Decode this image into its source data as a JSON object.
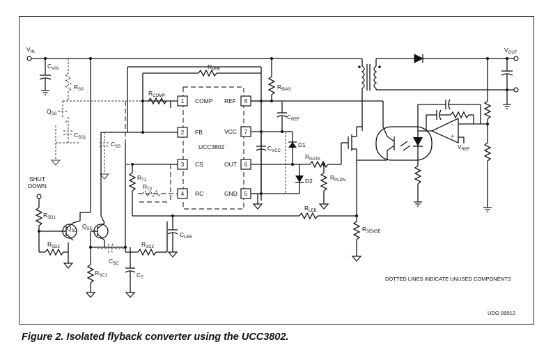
{
  "caption": "Figure 2.  Isolated flyback converter using the UCC3802.",
  "notes": {
    "unused": "DOTTED LINES INDICATE UNUSED COMPONENTS",
    "doc_id": "UDG-99012"
  },
  "ic": {
    "name": "UCC3802",
    "pins_left": [
      {
        "num": "1",
        "name": "COMP"
      },
      {
        "num": "2",
        "name": "FB"
      },
      {
        "num": "3",
        "name": "CS"
      },
      {
        "num": "4",
        "name": "RC"
      }
    ],
    "pins_right": [
      {
        "num": "8",
        "name": "REF"
      },
      {
        "num": "7",
        "name": "VCC"
      },
      {
        "num": "6",
        "name": "OUT"
      },
      {
        "num": "5",
        "name": "GND"
      }
    ]
  },
  "nets": {
    "vin": {
      "main": "V",
      "sub": "IN"
    },
    "vout": {
      "main": "V",
      "sub": "OUT"
    },
    "vref": {
      "main": "V",
      "sub": "REF"
    },
    "shutdown_line1": "SHUT",
    "shutdown_line2": "DOWN"
  },
  "components": {
    "c_vin": {
      "main": "C",
      "sub": "VIN"
    },
    "r_ss": {
      "main": "R",
      "sub": "SS"
    },
    "q_ss": {
      "main": "Q",
      "sub": "SS"
    },
    "c_ss1": {
      "main": "C",
      "sub": "SS1"
    },
    "c_ss": {
      "main": "C",
      "sub": "SS"
    },
    "r_vfb": {
      "main": "R",
      "sub": "VFB"
    },
    "r_comp": {
      "main": "R",
      "sub": "COMP"
    },
    "r_bias": {
      "main": "R",
      "sub": "BIAS"
    },
    "c_ref": {
      "main": "C",
      "sub": "REF"
    },
    "c_vcc": {
      "main": "C",
      "sub": "VCC"
    },
    "d1": {
      "main": "D1",
      "sub": ""
    },
    "d2": {
      "main": "D2",
      "sub": ""
    },
    "r_gate": {
      "main": "R",
      "sub": "GATE"
    },
    "r_pldn": {
      "main": "R",
      "sub": "PLDN"
    },
    "r_t1": {
      "main": "R",
      "sub": "T1"
    },
    "r_t2": {
      "main": "R",
      "sub": "T2"
    },
    "r_sd1": {
      "main": "R",
      "sub": "SD1"
    },
    "q_sd": {
      "main": "Q",
      "sub": "SD"
    },
    "q_sc": {
      "main": "Q",
      "sub": "SC"
    },
    "r_sd2": {
      "main": "R",
      "sub": "SD2"
    },
    "c_sc": {
      "main": "C",
      "sub": "SC"
    },
    "r_sc2": {
      "main": "R",
      "sub": "SC2"
    },
    "r_sc1": {
      "main": "R",
      "sub": "SC1"
    },
    "c_t": {
      "main": "C",
      "sub": "T"
    },
    "c_leb": {
      "main": "C",
      "sub": "LEB"
    },
    "r_leb": {
      "main": "R",
      "sub": "LEB"
    },
    "r_sense": {
      "main": "R",
      "sub": "SENSE"
    }
  }
}
